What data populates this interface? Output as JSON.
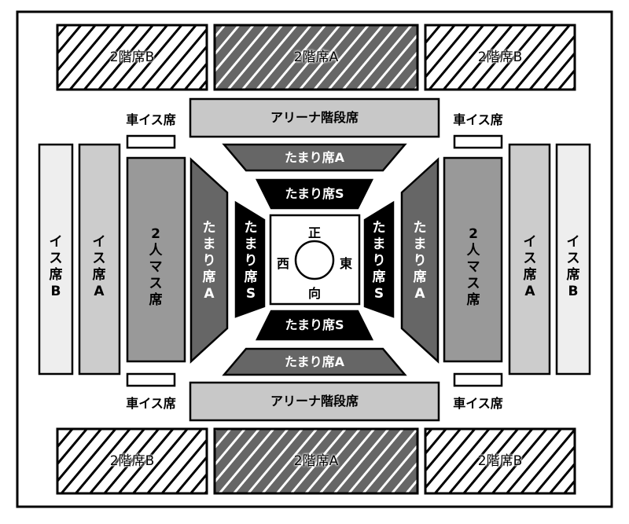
{
  "second_floor": {
    "b_label": "2階席B",
    "a_label": "2階席A"
  },
  "arena_stairs": "アリーナ階段席",
  "wheelchair": "車イス席",
  "chair_b": "イス席B",
  "chair_a": "イス席A",
  "masu2": "2人マス席",
  "tamari_a": "たまり席A",
  "tamari_s": "たまり席S",
  "ring": {
    "north": "正",
    "south": "向",
    "west": "西",
    "east": "東"
  },
  "colors": {
    "chair_b": "#eeeeee",
    "chair_a": "#cccccc",
    "masu2": "#999999",
    "tamari_a": "#666666",
    "tamari_s": "#000000",
    "stairs": "#c8c8c8"
  }
}
